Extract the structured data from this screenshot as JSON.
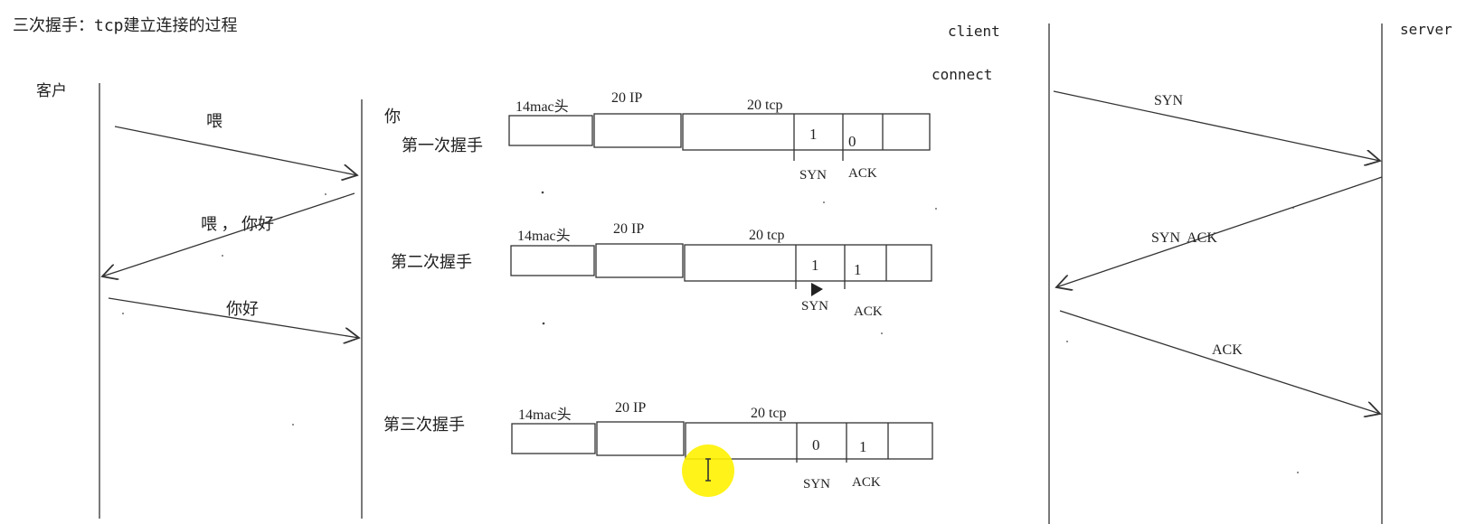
{
  "title": "三次握手：tcp建立连接的过程",
  "left": {
    "client_label": "客户",
    "messages": [
      "喂",
      "喂 ， 你好",
      "你好"
    ],
    "partner_label": "你"
  },
  "handshakes": [
    {
      "name": "第一次握手",
      "mac": "14mac头",
      "ip": "20 IP",
      "tcp": "20 tcp",
      "syn_value": "1",
      "ack_value": "0",
      "syn_label": "SYN",
      "ack_label": "ACK"
    },
    {
      "name": "第二次握手",
      "mac": "14mac头",
      "ip": "20 IP",
      "tcp": "20 tcp",
      "syn_value": "1",
      "ack_value": "1",
      "syn_label": "SYN",
      "ack_label": "ACK"
    },
    {
      "name": "第三次握手",
      "mac": "14mac头",
      "ip": "20 IP",
      "tcp": "20 tcp",
      "syn_value": "0",
      "ack_value": "1",
      "syn_label": "SYN",
      "ack_label": "ACK"
    }
  ],
  "right": {
    "client": "client",
    "connect": "connect",
    "server": "server",
    "arrows": [
      "SYN",
      "SYN  ACK",
      "ACK"
    ]
  },
  "colors": {
    "ink": "#333333",
    "cursor_highlight": "#fff200"
  },
  "icons": {
    "cursor": "text-cursor-icon",
    "play": "play-icon"
  }
}
